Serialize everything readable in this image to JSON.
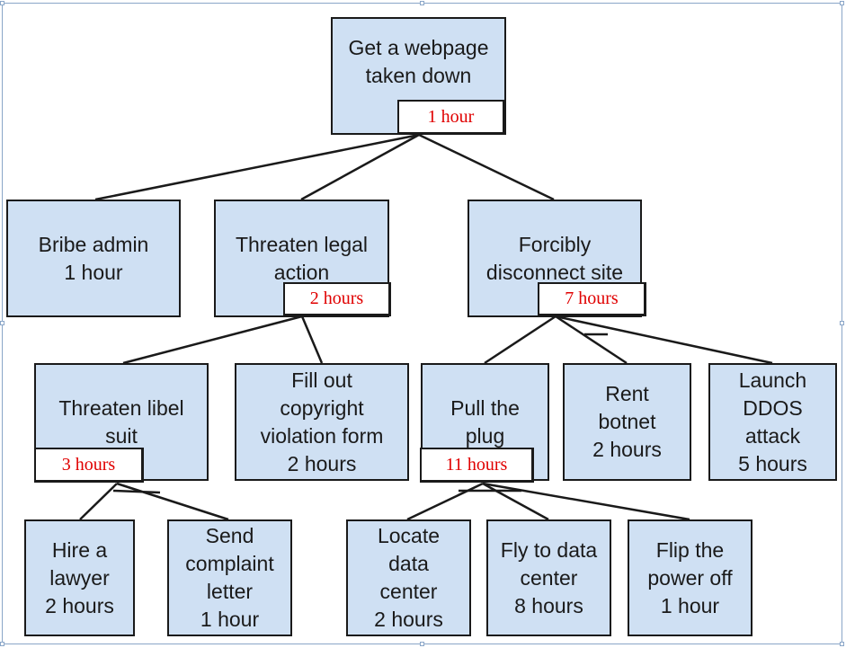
{
  "colors": {
    "node_fill": "#cfe0f3",
    "node_border": "#1a1a1a",
    "badge_text": "#e00000",
    "frame": "#8aa6c8"
  },
  "nodes": {
    "root": "Get a webpage\ntaken down",
    "bribe": "Bribe admin\n1 hour",
    "legal": "Threaten legal\naction",
    "forcibly": "Forcibly\ndisconnect site",
    "libel": "Threaten libel\nsuit",
    "copyright": "Fill out\ncopyright\nviolation form\n2 hours",
    "plug": "Pull the\nplug",
    "botnet": "Rent\nbotnet\n2 hours",
    "ddos": "Launch\nDDOS\nattack\n5 hours",
    "lawyer": "Hire a\nlawyer\n2 hours",
    "complaint": "Send\ncomplaint\nletter\n1 hour",
    "locate": "Locate\ndata\ncenter\n2 hours",
    "fly": "Fly to data\ncenter\n8 hours",
    "flip": "Flip the\npower off\n1 hour"
  },
  "badges": {
    "root": "1 hour",
    "legal": "2 hours",
    "forcibly": "7 hours",
    "libel": "3 hours",
    "plug": "11 hours"
  }
}
